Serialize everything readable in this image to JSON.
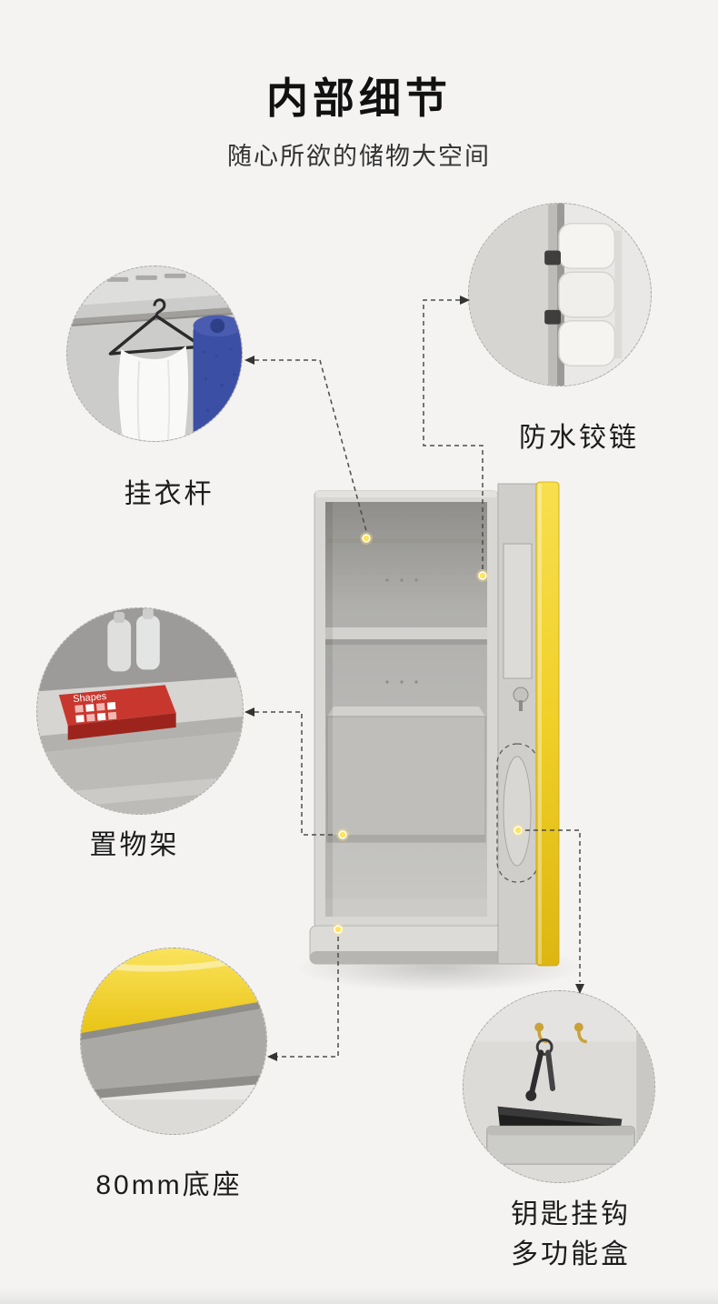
{
  "header": {
    "title": "内部细节",
    "subtitle": "随心所欲的储物大空间"
  },
  "callouts": [
    {
      "id": "hanging-rod",
      "label": "挂衣杆"
    },
    {
      "id": "waterproof-hinge",
      "label": "防水铰链"
    },
    {
      "id": "storage-shelf",
      "label": "置物架"
    },
    {
      "id": "base-80mm",
      "label": "80mm底座"
    },
    {
      "id": "key-hook-multibox",
      "label": "钥匙挂钩",
      "label2": "多功能盒"
    }
  ],
  "decor": {
    "book_title": "Shapes"
  },
  "colors": {
    "background": "#f4f3f1",
    "accent_yellow": "#f0cf28",
    "title_text": "#111111",
    "label_text": "#1c1c1c",
    "book_red": "#c8372e",
    "mat_blue": "#3b4fa4",
    "cabinet_gray": "#d8d7d4"
  }
}
